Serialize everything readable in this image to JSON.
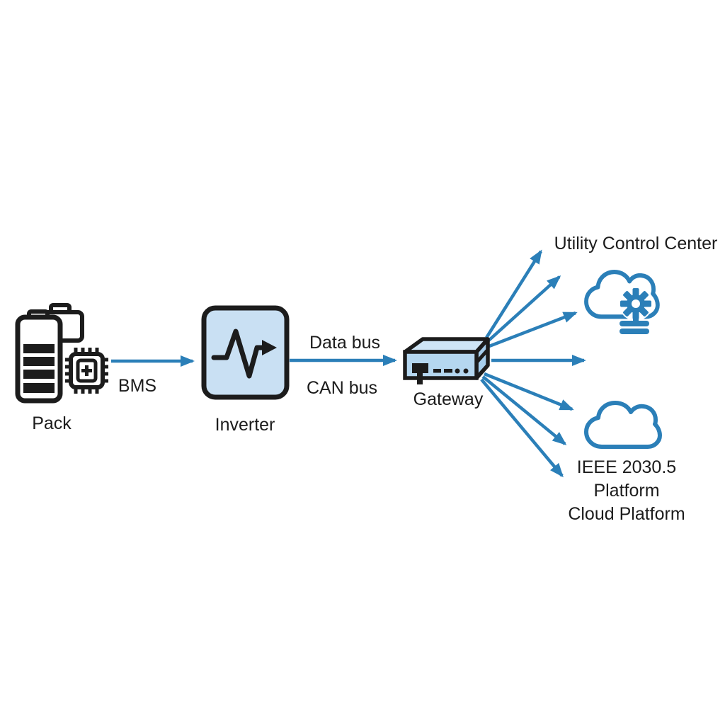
{
  "colors": {
    "background": "#ffffff",
    "ink": "#1c1c1c",
    "accent": "#2b7fb8",
    "inverter_fill": "#c9e0f3",
    "gateway_top": "#cfe5f6",
    "gateway_front": "#b5d7f0",
    "gateway_side": "#a7cfee"
  },
  "diagram": {
    "nodes": {
      "pack": {
        "label": "Pack",
        "icon": "battery-pack-icon"
      },
      "bms": {
        "label": "BMS",
        "icon": "bms-chip-icon"
      },
      "inverter": {
        "label": "Inverter",
        "icon": "inverter-waveform-icon"
      },
      "gateway": {
        "label": "Gateway",
        "icon": "gateway-device-icon"
      },
      "utility_control_center": {
        "label": "Utility Control Center"
      },
      "cloud_services": {
        "icon": "cloud-gear-icon"
      },
      "cloud_platform": {
        "icon": "cloud-icon",
        "label_line1": "IEEE 2030.5",
        "label_line2": "Platform",
        "label_line3": "Cloud Platform"
      }
    },
    "links": {
      "inverter_to_gateway_top": {
        "label": "Data bus"
      },
      "inverter_to_gateway_bottom": {
        "label": "CAN bus"
      }
    }
  }
}
